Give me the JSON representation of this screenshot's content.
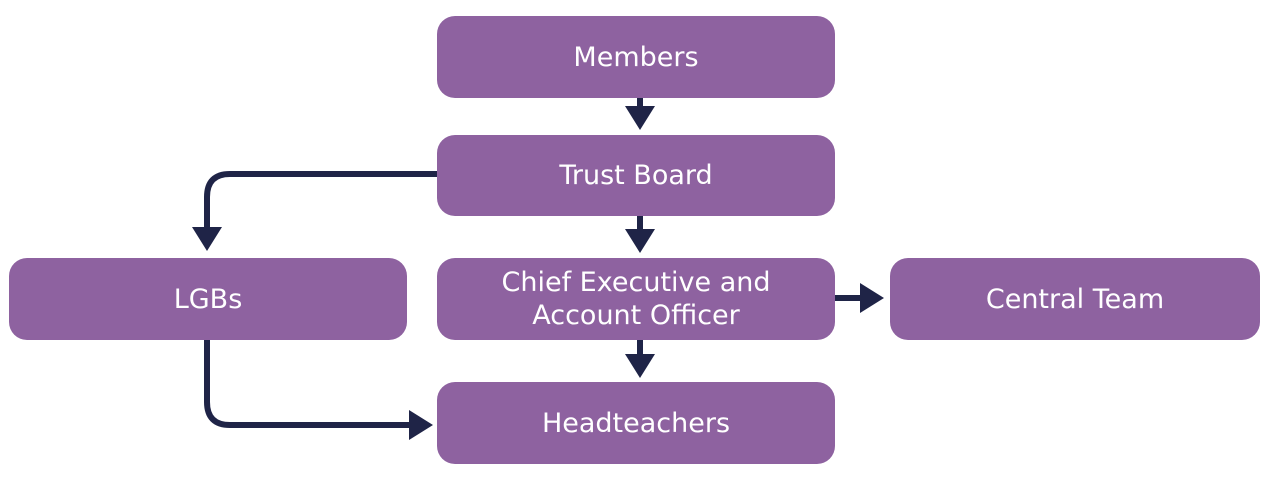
{
  "nodes": {
    "members": "Members",
    "trust_board": "Trust Board",
    "lgbs": "LGBs",
    "chief_line1": "Chief Executive and",
    "chief_line2": "Account Officer",
    "central_team": "Central Team",
    "headteachers": "Headteachers"
  },
  "colors": {
    "box": "#8e62a0",
    "arrow": "#1f2447",
    "text": "#ffffff"
  }
}
